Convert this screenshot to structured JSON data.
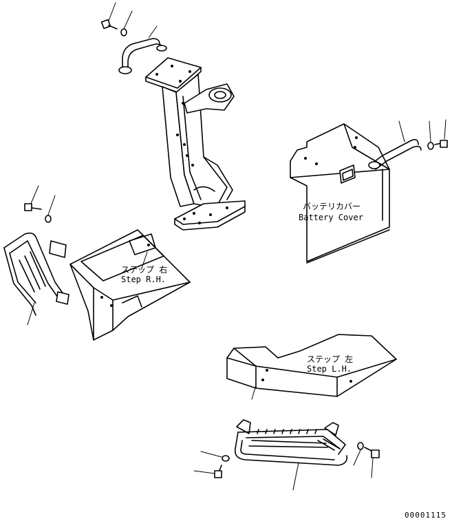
{
  "labels": {
    "battery_cover_jp": "バッテリカバー",
    "battery_cover_en": "Battery Cover",
    "step_rh_jp": "ステップ 右",
    "step_rh_en": "Step R.H.",
    "step_lh_jp": "ステップ 左",
    "step_lh_en": "Step L.H."
  },
  "drawing_number": "00001115"
}
